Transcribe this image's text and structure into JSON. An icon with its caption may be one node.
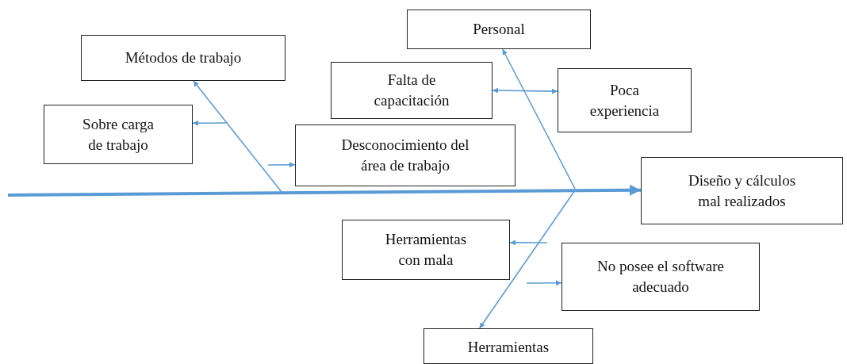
{
  "diagram": {
    "nodes": [
      {
        "text": [
          "Métodos de trabajo"
        ]
      },
      {
        "text": [
          "Sobre carga de trabajo"
        ]
      },
      {
        "text": [
          "Desconocimiento del área de trabajo"
        ]
      },
      {
        "text": [
          "Personal"
        ]
      },
      {
        "text": [
          "Falta de capacitación"
        ]
      },
      {
        "text": [
          "Poca experiencia"
        ]
      },
      {
        "text": [
          "Diseño y cálculos mal realizados"
        ]
      },
      {
        "text": [
          "Herramientas con mala"
        ]
      },
      {
        "text": [
          "No posee el software adecuado"
        ]
      },
      {
        "text": [
          "Herramientas"
        ]
      }
    ],
    "edges": [
      {
        "from": null,
        "to": 6,
        "arrow": "to",
        "style": "thick"
      },
      {
        "from": null,
        "to": 0,
        "arrow": "to"
      },
      {
        "from": null,
        "to": 1,
        "arrow": "to"
      },
      {
        "from": null,
        "to": 2,
        "arrow": "to"
      },
      {
        "from": null,
        "to": 3,
        "arrow": "to"
      },
      {
        "from": 4,
        "to": 5,
        "arrow": "both"
      },
      {
        "from": null,
        "to": 9,
        "arrow": "to"
      },
      {
        "from": null,
        "to": 7,
        "arrow": "to"
      },
      {
        "from": null,
        "to": 8,
        "arrow": "to"
      }
    ]
  }
}
